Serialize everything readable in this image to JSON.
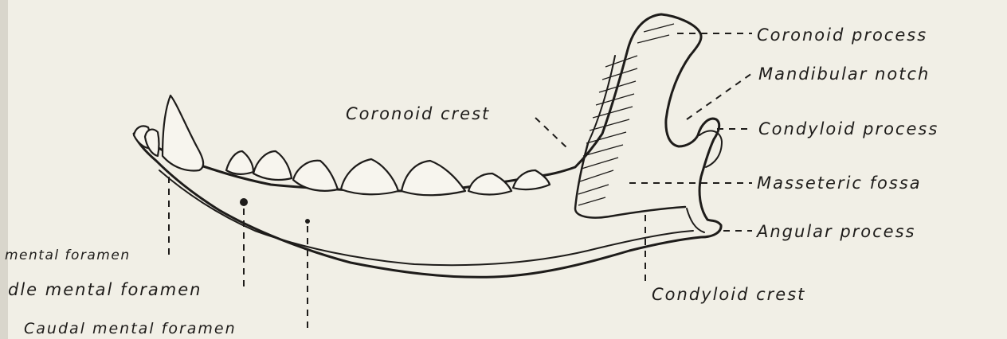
{
  "labels": {
    "coronoid_process": "Coronoid process",
    "mandibular_notch": "Mandibular notch",
    "condyloid_process": "Condyloid process",
    "masseteric_fossa": "Masseteric fossa",
    "angular_process": "Angular process",
    "coronoid_crest": "Coronoid crest",
    "condyloid_crest": "Condyloid crest",
    "rostral_mental_foramen": "mental foramen",
    "middle_mental_foramen": "dle mental foramen",
    "caudal_mental_foramen": "Caudal mental foramen"
  },
  "colors": {
    "paper": "#f1efe6",
    "ink": "#1e1c1a"
  }
}
